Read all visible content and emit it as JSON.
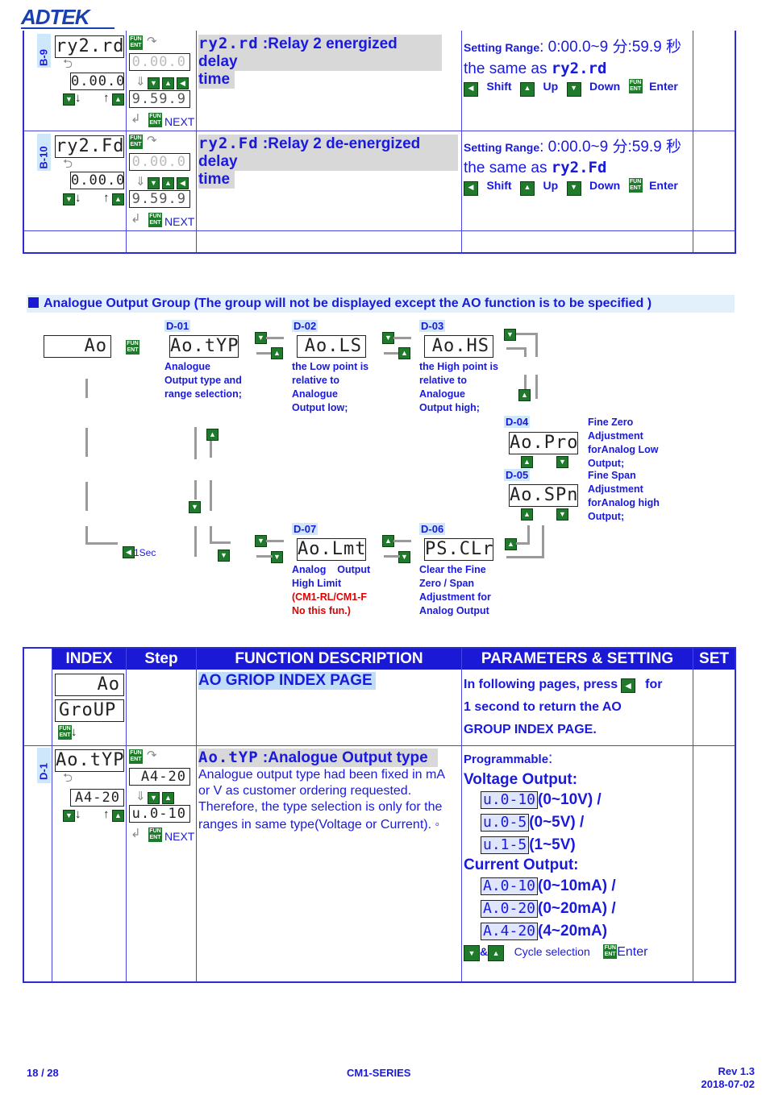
{
  "header": {
    "logo": "ADTEK"
  },
  "b9": {
    "id": "B-9",
    "lcd_main": "ry2.rd",
    "lcd_value": "0.00.0",
    "lcd_min": "0.00.0",
    "lcd_max": "9.59.9",
    "next": "NEXT",
    "title_code": "ry2.rd",
    "title_text": ":Relay 2 energized delay",
    "title_text2": "time",
    "range_label": "Setting Range",
    "range_value": ": 0:00.0~9 分:59.9 秒",
    "same_as": "the same as",
    "same_code": "ry2.rd",
    "shift": "Shift",
    "up": "Up",
    "down": "Down",
    "enter": "Enter"
  },
  "b10": {
    "id": "B-10",
    "lcd_main": "ry2.Fd",
    "lcd_value": "0.00.0",
    "lcd_min": "0.00.0",
    "lcd_max": "9.59.9",
    "next": "NEXT",
    "title_code": "ry2.Fd",
    "title_text": ":Relay 2 de-energized delay",
    "title_text2": "time",
    "range_label": "Setting Range",
    "range_value": ": 0:00.0~9 分:59.9 秒",
    "same_as": "the same as",
    "same_code": "ry2.Fd",
    "shift": "Shift",
    "up": "Up",
    "down": "Down",
    "enter": "Enter"
  },
  "ao_group": {
    "heading": "Analogue Output Group (The group will not be displayed except the AO function is to be specified )",
    "start_lcd": "Ao",
    "one_sec": "1Sec",
    "d01": {
      "label": "D-01",
      "lcd": "Ao.tYP",
      "desc": [
        "Analogue",
        "Output type and",
        "range selection;"
      ]
    },
    "d02": {
      "label": "D-02",
      "lcd": "Ao.LS",
      "desc": [
        "the Low point is",
        "relative to",
        "Analogue",
        "Output low;"
      ]
    },
    "d03": {
      "label": "D-03",
      "lcd": "Ao.HS",
      "desc": [
        "the High point is",
        "relative to",
        "Analogue",
        "Output high;"
      ]
    },
    "d04": {
      "label": "D-04",
      "lcd": "Ao.Pro",
      "desc": [
        "Fine Zero",
        "Adjustment",
        "forAnalog Low",
        "Output;"
      ]
    },
    "d05": {
      "label": "D-05",
      "lcd": "Ao.SPn",
      "desc": [
        "Fine Span",
        "Adjustment",
        "forAnalog high",
        "Output;"
      ]
    },
    "d06": {
      "label": "D-06",
      "lcd": "PS.CLr",
      "desc": [
        "Clear the Fine",
        "Zero / Span",
        "Adjustment for",
        "Analog Output"
      ]
    },
    "d07": {
      "label": "D-07",
      "lcd": "Ao.Lmt",
      "desc": [
        "Analog    Output",
        "High Limit"
      ],
      "note": [
        "(CM1-RL/CM1-F",
        "No this fun.)"
      ]
    }
  },
  "table2": {
    "headers": [
      "INDEX",
      "Step",
      "FUNCTION DESCRIPTION",
      "PARAMETERS & SETTING",
      "SET"
    ],
    "index_row": {
      "lcd1": "Ao",
      "lcd2": "GroUP",
      "title": "AO GRIOP INDEX PAGE",
      "param_line1a": "In following pages, press",
      "param_line1b": "for",
      "param_line2": "1 second to return the AO",
      "param_line3": "GROUP INDEX PAGE."
    },
    "d1_row": {
      "id": "D-1",
      "lcd_main": "Ao.tYP",
      "lcd_value": "A4-20",
      "lcd_a": "A4-20",
      "lcd_b": "u.0-10",
      "next": "NEXT",
      "title_code": "Ao.tYP",
      "title_text": ":Analogue Output type",
      "desc": [
        "Analogue output type had been fixed in mA",
        "or V as customer ordering requested.",
        "Therefore, the type selection is only for the",
        "ranges in same type(Voltage or Current). ◦"
      ],
      "programmable": "Programmable",
      "voltage_label": "Voltage Output:",
      "voltage_opts": [
        {
          "code": "u.0-10",
          "text": "(0~10V) /"
        },
        {
          "code": "u.0-5",
          "text": "(0~5V) /"
        },
        {
          "code": "u.1-5",
          "text": "(1~5V)"
        }
      ],
      "current_label": "Current Output:",
      "current_opts": [
        {
          "code": "A.0-10",
          "text": "(0~10mA) /"
        },
        {
          "code": "A.0-20",
          "text": "(0~20mA) /"
        },
        {
          "code": "A.4-20",
          "text": "(4~20mA)"
        }
      ],
      "cycle_amp": "&",
      "cycle": "Cycle selection",
      "enter": "Enter"
    }
  },
  "footer": {
    "page": "18 / 28",
    "series": "CM1-SERIES",
    "rev": "Rev 1.3",
    "date": "2018-07-02"
  }
}
